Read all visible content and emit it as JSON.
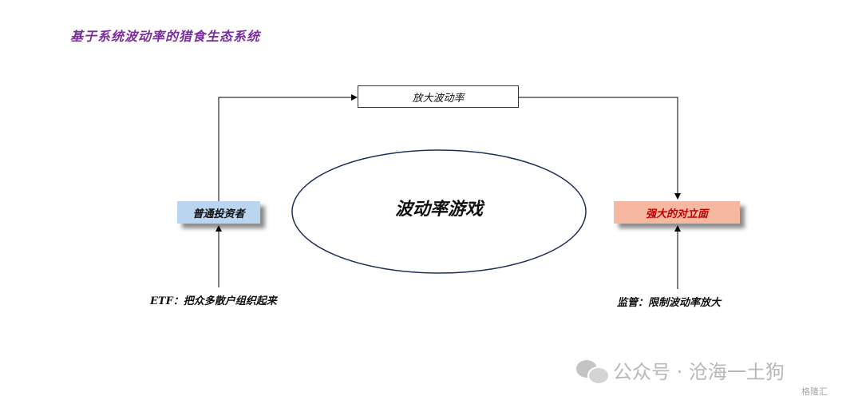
{
  "title": "基于系统波动率的猎食生态系统",
  "nodes": {
    "amplify": "放大波动率",
    "investors": "普通投资者",
    "opponent": "强大的对立面",
    "game": "波动率游戏"
  },
  "captions": {
    "etf": "ETF：把众多散户组织起来",
    "regulation": "监管：限制波动率放大"
  },
  "watermark": {
    "text": "公众号 · 沧海一土狗",
    "logo": "格隆汇",
    "icon": "wechat-icon"
  },
  "colors": {
    "title": "#7a2e9c",
    "investors_fill": "#b9d5ef",
    "opponent_fill": "#f7b8a2",
    "opponent_text": "#c00000",
    "ellipse_stroke": "#1f2f5a"
  }
}
